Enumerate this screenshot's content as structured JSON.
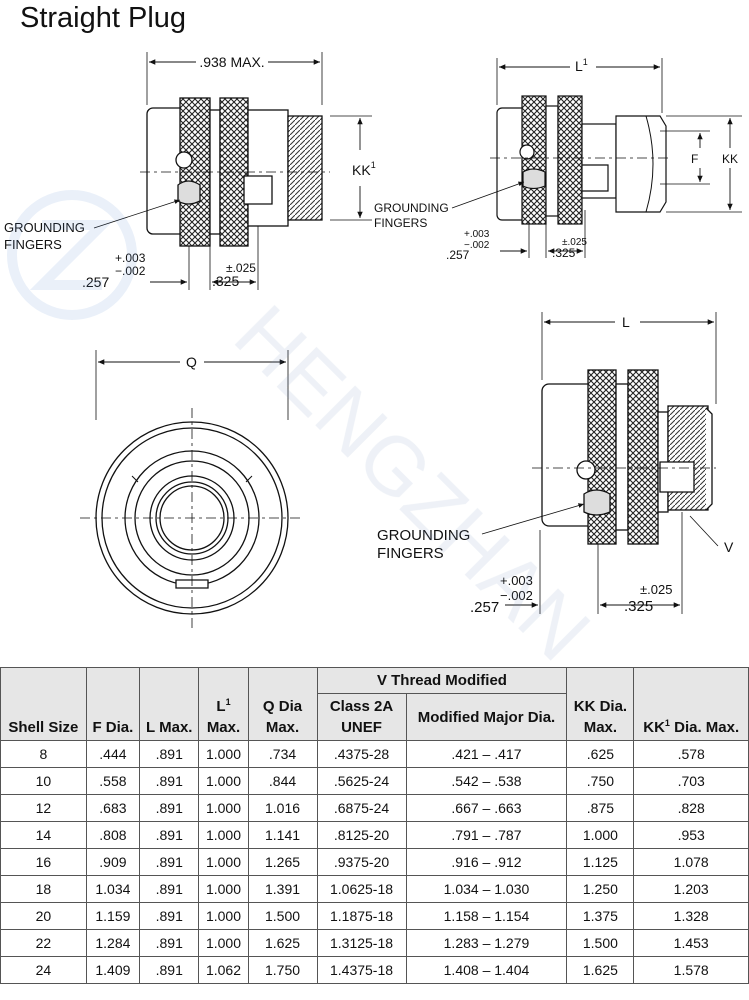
{
  "page_title": "Straight Plug",
  "drawings": {
    "top_left": {
      "dim_width": ".938 MAX.",
      "dim_kk": "KK",
      "dim_kk_sup": "1",
      "grounding_line1": "GROUNDING",
      "grounding_line2": "FINGERS",
      "tol_plus": "+.003",
      "tol_minus": "−.002",
      "dim_257": ".257",
      "tol_025": "±.025",
      "dim_325": ".325"
    },
    "top_right": {
      "dim_l": "L",
      "dim_l_sup": "1",
      "dim_f": "F",
      "dim_kk": "KK",
      "grounding_line1": "GROUNDING",
      "grounding_line2": "FINGERS",
      "tol_plus": "+.003",
      "tol_minus": "−.002",
      "dim_257": ".257",
      "tol_025": "±.025",
      "dim_325": ".325"
    },
    "front_view": {
      "dim_q": "Q"
    },
    "bottom_right": {
      "dim_l": "L",
      "dim_v": "V",
      "grounding_line1": "GROUNDING",
      "grounding_line2": "FINGERS",
      "tol_plus": "+.003",
      "tol_minus": "−.002",
      "dim_257": ".257",
      "tol_025": "±.025",
      "dim_325": ".325"
    }
  },
  "watermark": "HENGZHAN",
  "table": {
    "group_header": "V Thread Modified",
    "headers": {
      "shell": "Shell Size",
      "f": "F Dia.",
      "l": "L Max.",
      "l1": "L",
      "l1_sup": "1",
      "l1_rest": "Max.",
      "q": "Q Dia Max.",
      "class2a": "Class 2A UNEF",
      "major": "Modified Major Dia.",
      "kk": "KK Dia. Max.",
      "kk1": "KK",
      "kk1_sup": "1",
      "kk1_rest": "Dia. Max."
    },
    "rows": [
      [
        "8",
        ".444",
        ".891",
        "1.000",
        ".734",
        ".4375-28",
        ".421 – .417",
        ".625",
        ".578"
      ],
      [
        "10",
        ".558",
        ".891",
        "1.000",
        ".844",
        ".5625-24",
        ".542 – .538",
        ".750",
        ".703"
      ],
      [
        "12",
        ".683",
        ".891",
        "1.000",
        "1.016",
        ".6875-24",
        ".667 – .663",
        ".875",
        ".828"
      ],
      [
        "14",
        ".808",
        ".891",
        "1.000",
        "1.141",
        ".8125-20",
        ".791 – .787",
        "1.000",
        ".953"
      ],
      [
        "16",
        ".909",
        ".891",
        "1.000",
        "1.265",
        ".9375-20",
        ".916 – .912",
        "1.125",
        "1.078"
      ],
      [
        "18",
        "1.034",
        ".891",
        "1.000",
        "1.391",
        "1.0625-18",
        "1.034 – 1.030",
        "1.250",
        "1.203"
      ],
      [
        "20",
        "1.159",
        ".891",
        "1.000",
        "1.500",
        "1.1875-18",
        "1.158 – 1.154",
        "1.375",
        "1.328"
      ],
      [
        "22",
        "1.284",
        ".891",
        "1.000",
        "1.625",
        "1.3125-18",
        "1.283 – 1.279",
        "1.500",
        "1.453"
      ],
      [
        "24",
        "1.409",
        ".891",
        "1.062",
        "1.750",
        "1.4375-18",
        "1.408 – 1.404",
        "1.625",
        "1.578"
      ]
    ]
  }
}
